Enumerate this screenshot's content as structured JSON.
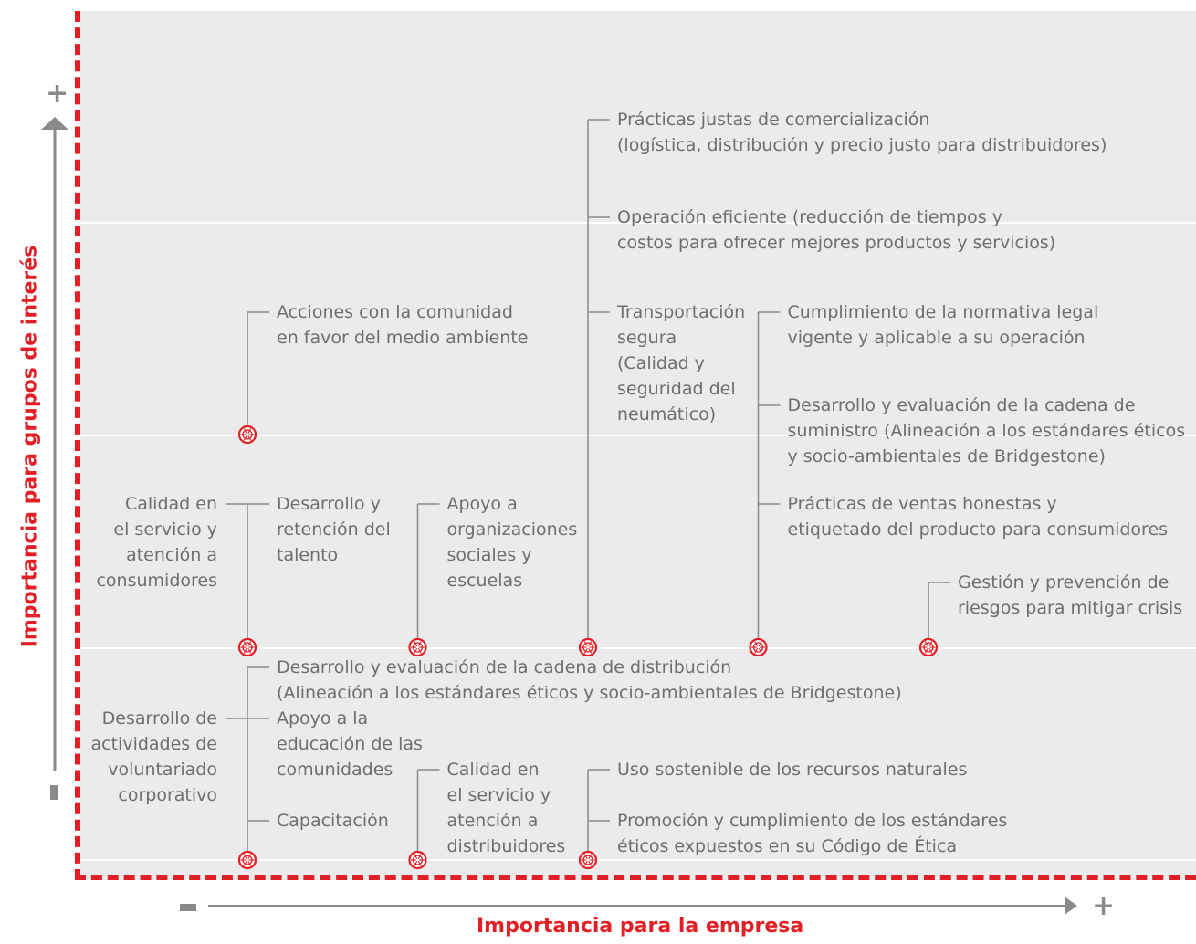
{
  "axes": {
    "x_title": "Importancia para la empresa",
    "y_title": "Importancia para grupos de interés",
    "x_low": "-",
    "x_high": "+",
    "y_low": "-",
    "y_high": "+"
  },
  "colors": {
    "accent": "#e11f26",
    "text": "#6e6e6e",
    "connector": "#8a8a8a",
    "plot_bg": "#ebebeb"
  },
  "chart_data": {
    "type": "scatter",
    "title": "",
    "xlabel": "Importancia para la empresa",
    "ylabel": "Importancia para grupos de interés",
    "grid": true,
    "points": [
      {
        "x": 1,
        "y": 3,
        "topics": [
          "Acciones con la comunidad\nen favor del medio ambiente"
        ]
      },
      {
        "x": 1,
        "y": 2,
        "topics": [
          "Calidad en\nel servicio y\natención a\nconsumidores",
          "Desarrollo y\nretención del\ntalento"
        ]
      },
      {
        "x": 2,
        "y": 2,
        "topics": [
          "Apoyo a\norganizaciones\nsociales y\nescuelas"
        ]
      },
      {
        "x": 3,
        "y": 2,
        "topics": [
          "Prácticas justas de comercialización\n(logística, distribución y precio justo para distribuidores)",
          "Operación eficiente (reducción de tiempos y\ncostos para ofrecer mejores productos y servicios)",
          "Transportación\nsegura\n(Calidad y\nseguridad del\nneumático)"
        ]
      },
      {
        "x": 4,
        "y": 2,
        "topics": [
          "Cumplimiento de la normativa legal\nvigente y aplicable a su operación",
          "Desarrollo y evaluación de la cadena de\nsuministro (Alineación a los estándares éticos\ny socio-ambientales de Bridgestone)",
          "Prácticas de ventas honestas y\netiquetado del producto para consumidores"
        ]
      },
      {
        "x": 5,
        "y": 2,
        "topics": [
          "Gestión y prevención de\nriesgos para mitigar crisis"
        ]
      },
      {
        "x": 1,
        "y": 1,
        "topics": [
          "Desarrollo y evaluación de la cadena de distribución\n(Alineación a los estándares éticos y socio-ambientales de Bridgestone)",
          "Desarrollo de\nactividades de\nvoluntariado\ncorporativo",
          "Apoyo a la\neducación de las\ncomunidades",
          "Capacitación"
        ]
      },
      {
        "x": 2,
        "y": 1,
        "topics": [
          "Calidad en\nel servicio y\natención a\ndistribuidores"
        ]
      },
      {
        "x": 3,
        "y": 1,
        "topics": [
          "Uso sostenible de los recursos naturales",
          "Promoción y cumplimiento de los estándares\néticos expuestos en su Código de Ética"
        ]
      }
    ]
  }
}
